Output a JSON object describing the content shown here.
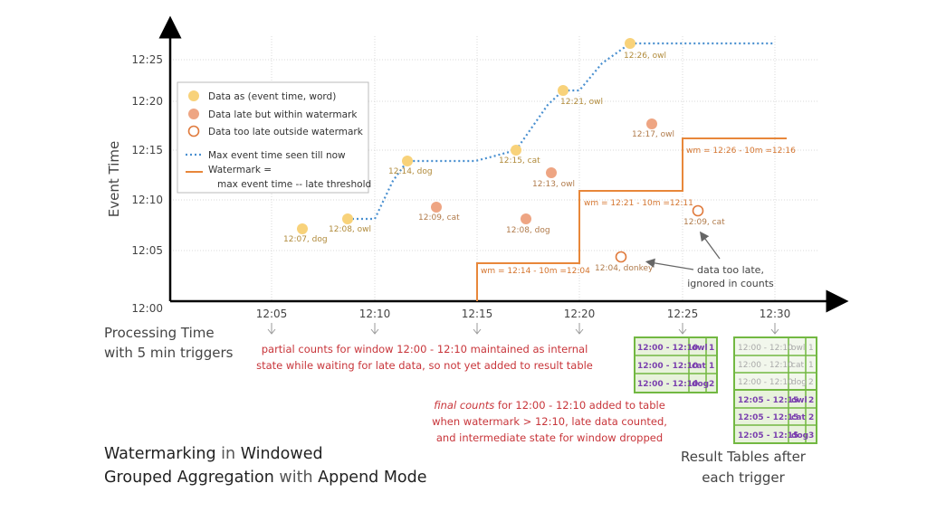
{
  "title": {
    "line1_a": "Watermarking",
    "line1_b": " in ",
    "line1_c": "Windowed",
    "line2_a": "Grouped Aggregation",
    "line2_b": " with ",
    "line2_c": "Append Mode"
  },
  "axes": {
    "ylabel": "Event Time",
    "xlabel_1": "Processing Time",
    "xlabel_2": "with 5 min triggers",
    "y_ticks": [
      "12:00",
      "12:05",
      "12:10",
      "12:15",
      "12:20",
      "12:25"
    ],
    "x_ticks": [
      "12:05",
      "12:10",
      "12:15",
      "12:20",
      "12:25",
      "12:30"
    ]
  },
  "legend": {
    "data": "Data as (event time, word)",
    "late": "Data late but within watermark",
    "too_late": "Data too late outside watermark",
    "max_seen": "Max event time seen till now",
    "wm_1": "Watermark =",
    "wm_2": "max event time -- late threshold"
  },
  "points": [
    {
      "label": "12:07, dog"
    },
    {
      "label": "12:08, owl"
    },
    {
      "label": "12:14, dog"
    },
    {
      "label": "12:15, cat"
    },
    {
      "label": "12:21, owl"
    },
    {
      "label": "12:26, owl"
    }
  ],
  "late_points": [
    {
      "label": "12:09, cat"
    },
    {
      "label": "12:08, dog"
    },
    {
      "label": "12:13, owl"
    },
    {
      "label": "12:17, owl"
    }
  ],
  "too_late_points": [
    {
      "label": "12:04, donkey"
    },
    {
      "label": "12:09, cat"
    }
  ],
  "watermark_labels": {
    "wm1": "wm = 12:14 - 10m =12:04",
    "wm2": "wm = 12:21 - 10m =12:11",
    "wm3": "wm = 12:26 - 10m =12:16"
  },
  "annotations": {
    "too_late_1": "data too late,",
    "too_late_2": "ignored in counts",
    "partial_1": "partial counts for window 12:00 - 12:10 maintained as internal",
    "partial_2": "state while waiting for late data, so not yet added  to result table",
    "final_1a": "final counts",
    "final_1b": " for 12:00 - 12:10 added to table",
    "final_2": "when watermark > 12:10, late data counted,",
    "final_3": "and intermediate state for window dropped",
    "result_1": "Result Tables after",
    "result_2": "each trigger"
  },
  "result_table_1": [
    [
      "12:00 - 12:10",
      "owl",
      "1"
    ],
    [
      "12:00 - 12:10",
      "cat",
      "1"
    ],
    [
      "12:00 - 12:10",
      "dog",
      "2"
    ]
  ],
  "result_table_2": [
    [
      "12:00 - 12:10",
      "owl",
      "1"
    ],
    [
      "12:00 - 12:10",
      "cat",
      "1"
    ],
    [
      "12:00 - 12:10",
      "dog",
      "2"
    ],
    [
      "12:05 - 12:15",
      "owl",
      "2"
    ],
    [
      "12:05 - 12:15",
      "cat",
      "2"
    ],
    [
      "12:05 - 12:15",
      "dog",
      "3"
    ]
  ],
  "colors": {
    "point_fill": "#f8d27a",
    "late_fill": "#eea583",
    "too_late_stroke": "#e07a3c",
    "watermark": "#e8873a",
    "max_line": "#4a90d0",
    "table_border": "#72b842",
    "table_fill": "#e8f2dc",
    "table_text": "#7a3fae",
    "red_note": "#c8353a"
  }
}
